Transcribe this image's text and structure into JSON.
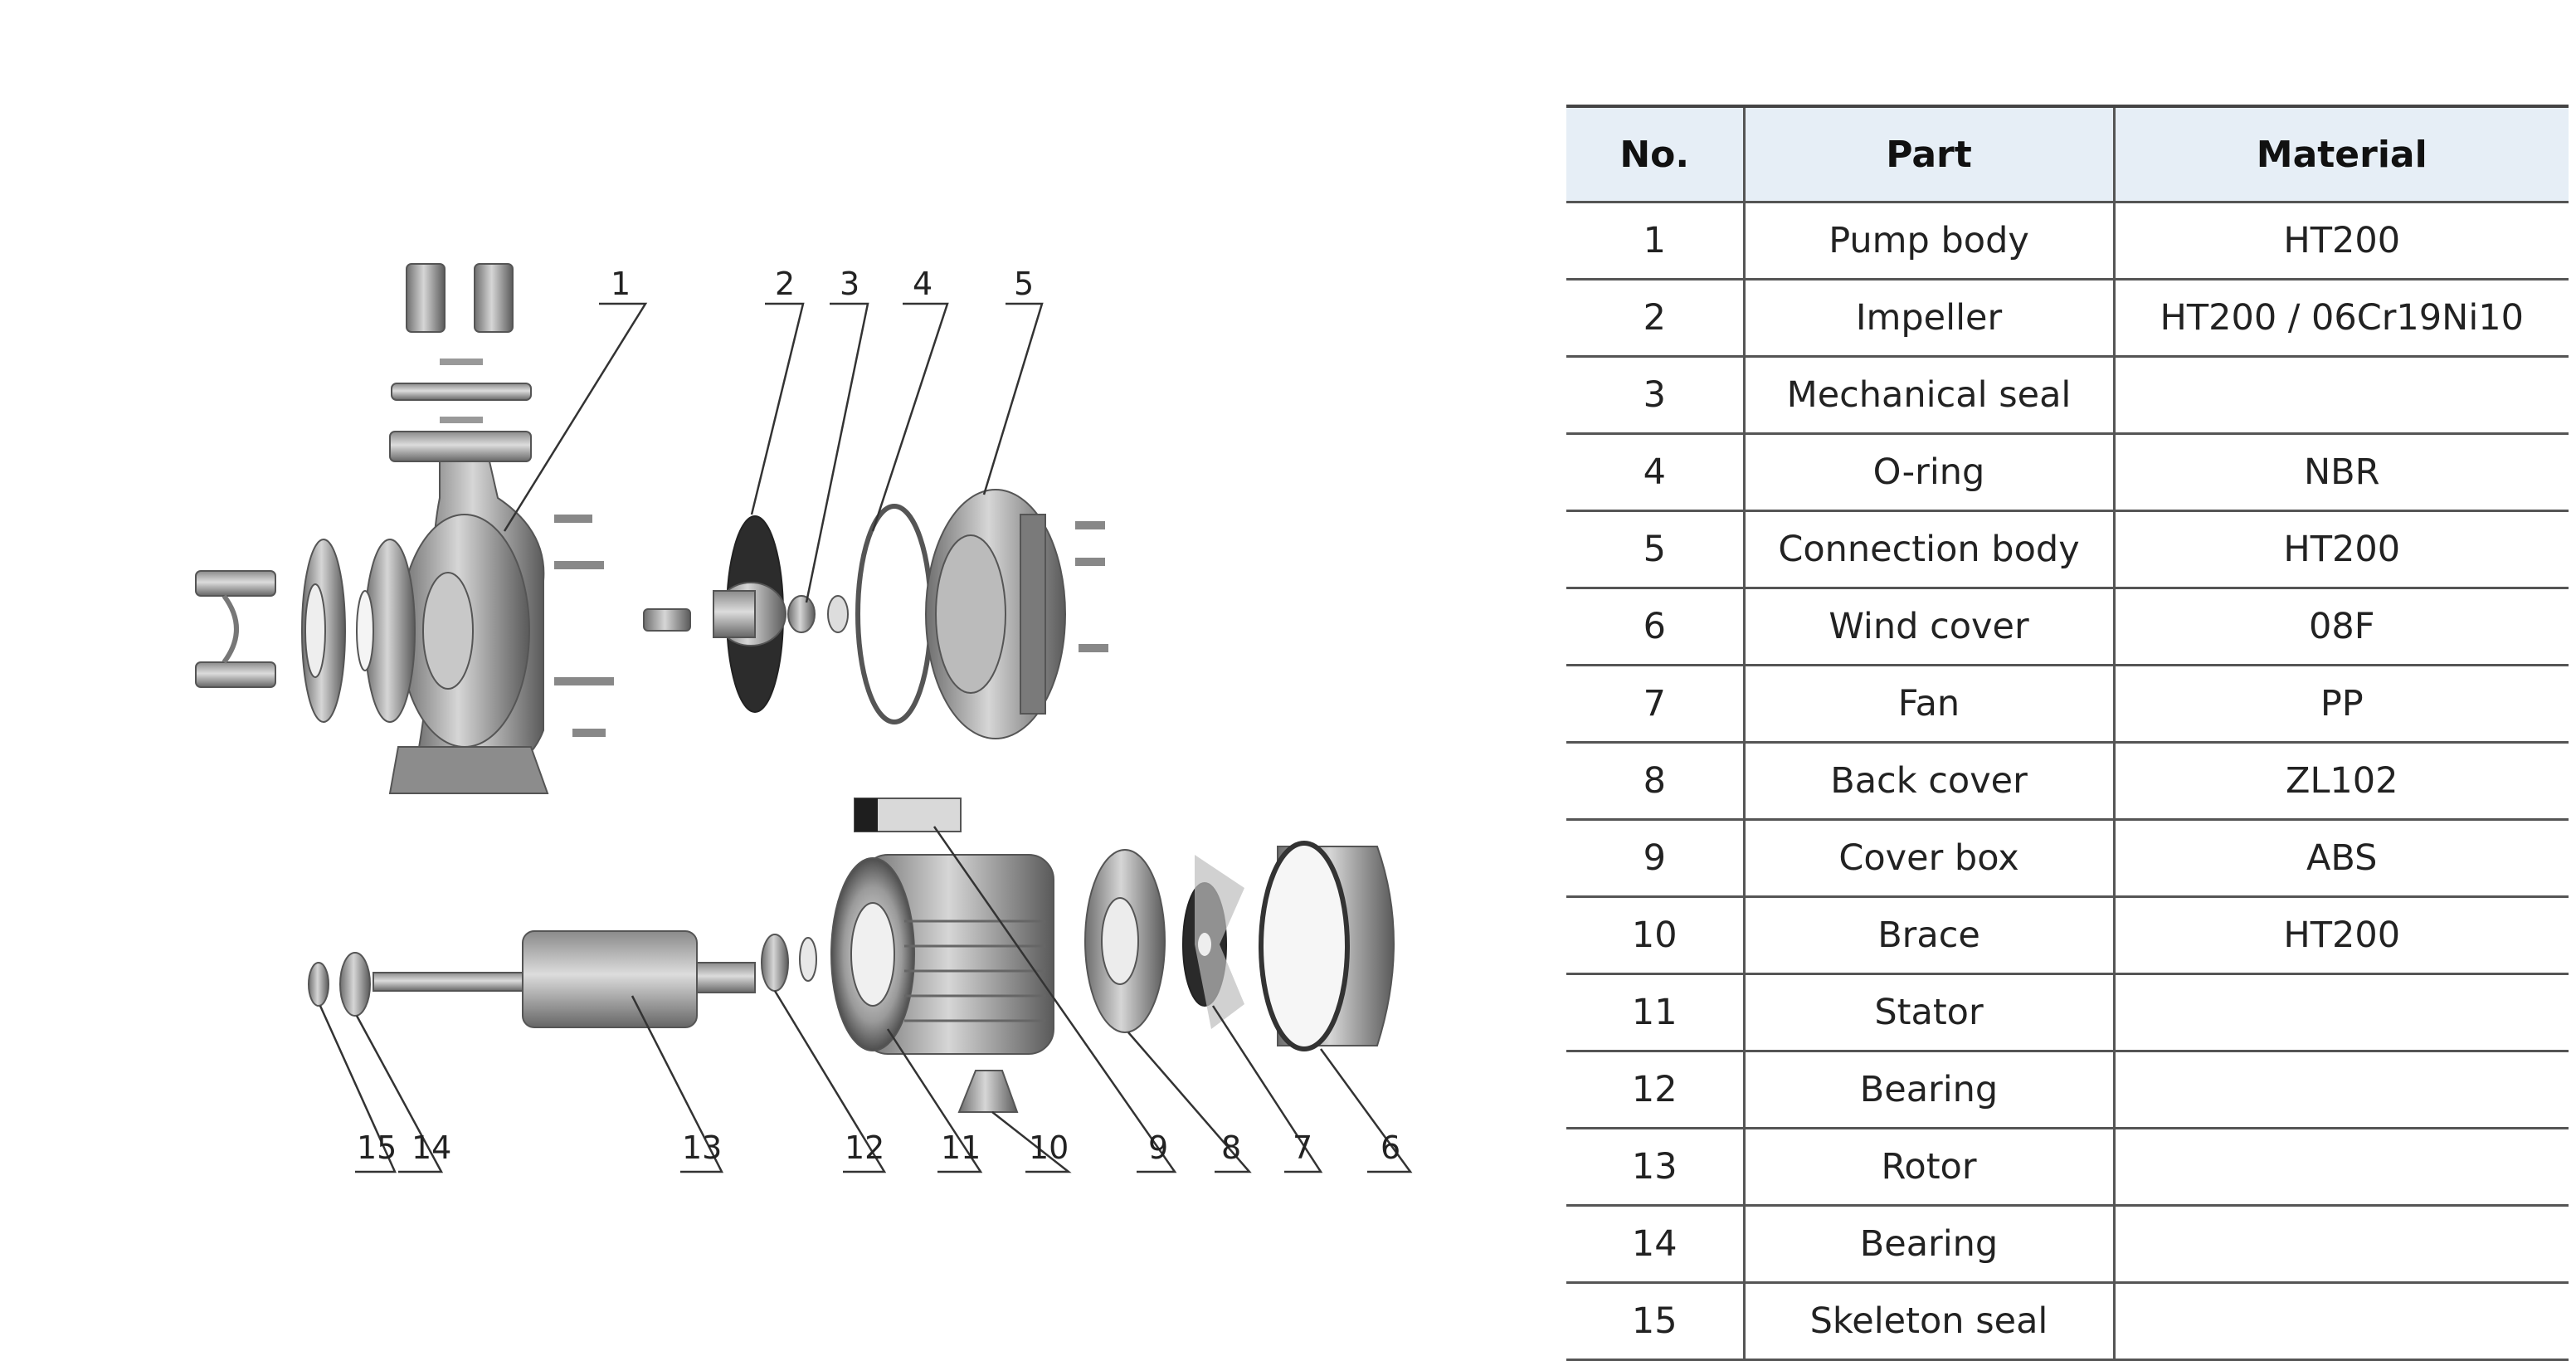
{
  "diagram": {
    "callouts": [
      "1",
      "2",
      "3",
      "4",
      "5",
      "6",
      "7",
      "8",
      "9",
      "10",
      "11",
      "12",
      "13",
      "14",
      "15"
    ]
  },
  "table": {
    "headers": [
      "No.",
      "Part",
      "Material"
    ],
    "rows": [
      {
        "no": "1",
        "part": "Pump body",
        "material": "HT200"
      },
      {
        "no": "2",
        "part": "Impeller",
        "material": "HT200 / 06Cr19Ni10"
      },
      {
        "no": "3",
        "part": "Mechanical seal",
        "material": ""
      },
      {
        "no": "4",
        "part": "O-ring",
        "material": "NBR"
      },
      {
        "no": "5",
        "part": "Connection body",
        "material": "HT200"
      },
      {
        "no": "6",
        "part": "Wind cover",
        "material": "08F"
      },
      {
        "no": "7",
        "part": "Fan",
        "material": "PP"
      },
      {
        "no": "8",
        "part": "Back cover",
        "material": "ZL102"
      },
      {
        "no": "9",
        "part": "Cover box",
        "material": "ABS"
      },
      {
        "no": "10",
        "part": "Brace",
        "material": "HT200"
      },
      {
        "no": "11",
        "part": "Stator",
        "material": ""
      },
      {
        "no": "12",
        "part": "Bearing",
        "material": ""
      },
      {
        "no": "13",
        "part": "Rotor",
        "material": ""
      },
      {
        "no": "14",
        "part": "Bearing",
        "material": ""
      },
      {
        "no": "15",
        "part": "Skeleton seal",
        "material": ""
      }
    ]
  }
}
